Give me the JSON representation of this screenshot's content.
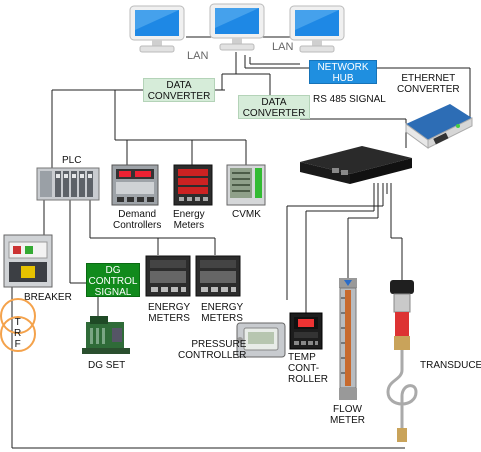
{
  "colors": {
    "wire": "#222222",
    "monitor_screen": "#1e88e5",
    "hub": "#1f8fe0",
    "converter_box": "#d6ecd9",
    "dg_box": "#118a1c",
    "trf_coil": "#f4a24b"
  },
  "labels": {
    "lan_left": "LAN",
    "lan_right": "LAN",
    "network_hub": [
      "NETWORK",
      "HUB"
    ],
    "ethernet_converter": [
      "ETHERNET",
      "CONVERTER"
    ],
    "data_converter_top": [
      "DATA",
      "CONVERTER"
    ],
    "data_converter_mid": [
      "DATA",
      "CONVERTER"
    ],
    "rs485": "RS 485 SIGNAL",
    "plc": "PLC",
    "demand_controllers": [
      "Demand",
      "Controllers"
    ],
    "energy_meters_top": [
      "Energy",
      "Meters"
    ],
    "cvmk": "CVMK",
    "breaker": "BREAKER",
    "trf": [
      "T",
      "R",
      "F"
    ],
    "dg_control": [
      "DG",
      "CONTROL",
      "SIGNAL"
    ],
    "dg_set": "DG SET",
    "energy_meters_1": [
      "ENERGY",
      "METERS"
    ],
    "energy_meters_2": [
      "ENERGY",
      "METERS"
    ],
    "pressure_controller": [
      "PRESSURE",
      "CONTROLLER"
    ],
    "temp_controller": [
      "TEMP",
      "CONT-",
      "ROLLER"
    ],
    "flow_meter": [
      "FLOW",
      "METER"
    ],
    "transducer": "TRANSDUCER"
  },
  "icons": [
    "monitor-icon",
    "monitor-icon",
    "monitor-icon",
    "ethernet-converter-icon",
    "rs485-hub-icon",
    "plc-icon",
    "demand-controller-icon",
    "energy-meter-icon",
    "cvmk-icon",
    "breaker-icon",
    "trf-coil-icon",
    "dg-set-icon",
    "energy-meter-icon",
    "pressure-controller-icon",
    "temp-controller-icon",
    "flow-meter-icon",
    "transducer-icon"
  ]
}
